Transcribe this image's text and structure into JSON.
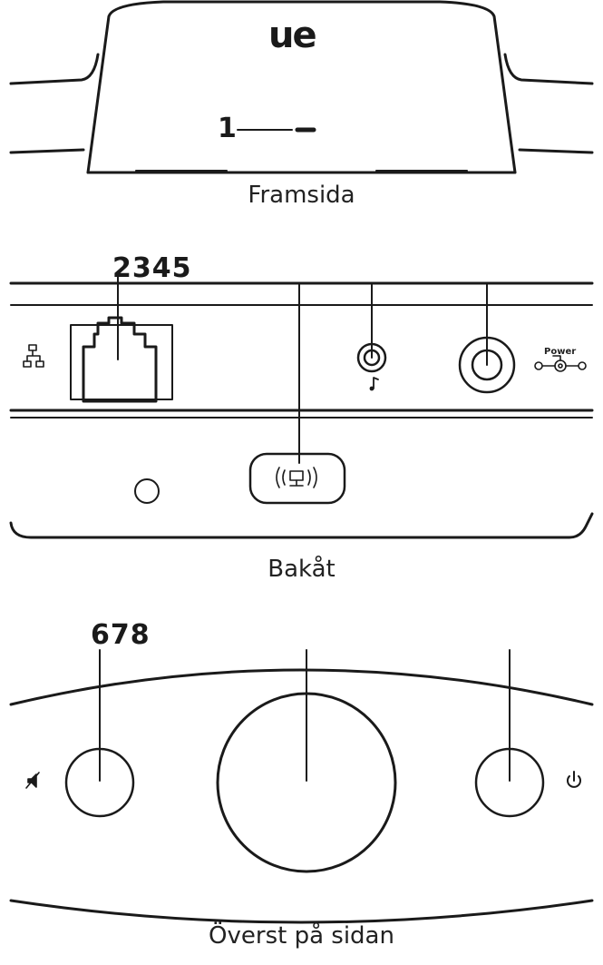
{
  "front": {
    "caption": "Framsida",
    "logo": "ue",
    "callout": "1"
  },
  "back": {
    "caption": "Bakåt",
    "callouts": "2345",
    "power_label": "Power",
    "icons": [
      "ethernet-icon",
      "audio-note-icon",
      "power-dc-icon",
      "wireless-connect-icon"
    ]
  },
  "top": {
    "caption": "Överst på sidan",
    "callouts": "678",
    "icons": [
      "mute-icon",
      "power-icon"
    ]
  },
  "colors": {
    "stroke": "#1a1a1a",
    "background": "#ffffff"
  }
}
